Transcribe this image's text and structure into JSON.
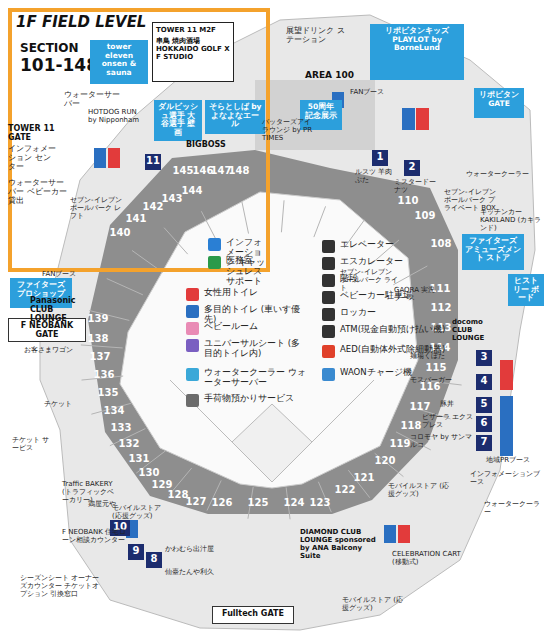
{
  "diagram": {
    "title": "1F FIELD LEVEL",
    "nodes": [
      {
        "text": [
          "SECTION",
          "101-148"
        ]
      },
      {
        "text": [
          "TOWER 11 M2F",
          "串鳥 焼肉酒場 HOKKAIDO GOLF X F STUDIO"
        ],
        "in": 0
      },
      {
        "text": [
          "tower eleven onsen & sauna"
        ],
        "in": 0
      },
      {
        "text": [
          "ダルビッシュ選手 大谷選手 壁画"
        ],
        "in": 0
      },
      {
        "text": [
          "そらとしば by よなよなエール"
        ],
        "in": 0
      },
      {
        "text": [
          "11"
        ],
        "in": 0
      },
      {
        "text": [
          "ファイターズ プロショップ"
        ]
      },
      {
        "text": [
          "リポビタンキッズ PLAYLOT by BorneLund"
        ]
      },
      {
        "text": [
          "リポビタン GATE"
        ]
      },
      {
        "text": [
          "50周年 記念展示"
        ]
      },
      {
        "text": [
          "1"
        ]
      },
      {
        "text": [
          "2"
        ]
      },
      {
        "text": [
          "ファイターズ アミューズメント ストア"
        ]
      },
      {
        "text": [
          "ヒストリー ボード"
        ]
      },
      {
        "text": [
          "3"
        ]
      },
      {
        "text": [
          "4"
        ]
      },
      {
        "text": [
          "5"
        ]
      },
      {
        "text": [
          "6"
        ]
      },
      {
        "text": [
          "7"
        ]
      },
      {
        "text": [
          "10"
        ]
      },
      {
        "text": [
          "9"
        ]
      },
      {
        "text": [
          "8"
        ]
      },
      {
        "text": [
          "F NEOBANK GATE"
        ]
      },
      {
        "text": [
          "Fulltech GATE"
        ]
      }
    ],
    "labels": [
      "108",
      "109",
      "110",
      "111",
      "112",
      "113",
      "114",
      "115",
      "116",
      "117",
      "118",
      "119",
      "120",
      "121",
      "122",
      "123",
      "124",
      "125",
      "126",
      "127",
      "128",
      "129",
      "130",
      "131",
      "132",
      "133",
      "134",
      "135",
      "136",
      "137",
      "138",
      "139",
      "140",
      "141",
      "142",
      "143",
      "144",
      "145",
      "146",
      "147",
      "148",
      "ウォーターサーバー",
      "TOWER 11 GATE",
      "インフォメーション センター",
      "ウォーターサーバー ベビーカー貸出",
      "HOTDOG RUN by Nipponham",
      "BIGBOSS",
      "セブン-イレブン ボールパーク レフト",
      "AREA 100",
      "展望ドリンク ステーション",
      "バッターズアイ ラウンジ by PR TIMES",
      "FANブース",
      "ルスツ 羊肉ぶた",
      "ミスタードーナツ",
      "セブン-イレブン ボールパーク プライベート BOX",
      "ウォータークーラー",
      "キッチンカー KAKILAND (カキランド)",
      "セブン-イレブン ボールパーク ライト",
      "GAORA 実況ブース",
      "docomo CLUB LOUNGE",
      "麺場くぼた",
      "モスバーガー",
      "豚丼",
      "ピザーラ エクスプレス",
      "コロモヤ by サンマルコ",
      "地域PRブース",
      "インフォメーションブース",
      "ウォータークーラー",
      "モバイルストア (応援グッズ)",
      "CELEBRATION CART (移動式)",
      "モバイルストア (応援グッズ)",
      "DIAMOND CLUB LOUNGE sponsored by ANA Balcony Suite",
      "鶏屋元や",
      "かわむら出汁屋",
      "仙臺たんや利久",
      "Traffic BAKERY (トラフィックベーカリー)",
      "モバイルストア (応援グッズ)",
      "Panasonic CLUB LOUNGE",
      "FANブース",
      "お客さまワゴン",
      "チケット",
      "チケット サービス",
      "F NEOBANK 住宅ローン相談カウンター",
      "シーズンシート オーナーズカウンター チケットオプション 引換窓口"
    ],
    "legend": [
      {
        "text": "インフォメーション キャッシュレスサポート"
      },
      {
        "text": "医務室"
      },
      {
        "text": "女性用トイレ"
      },
      {
        "text": "多目的トイレ (車いす優先)"
      },
      {
        "text": "ベビールーム"
      },
      {
        "text": "ユニバーサルシート (多目的トイレ内)"
      },
      {
        "text": "ウォータークーラー ウォーターサーバー"
      },
      {
        "text": "手荷物預かりサービス"
      },
      {
        "text": "エレベーター"
      },
      {
        "text": "エスカレーター"
      },
      {
        "text": "階段"
      },
      {
        "text": "ベビーカー駐車場"
      },
      {
        "text": "ロッカー"
      },
      {
        "text": "ATM(現金自動預け払い機)"
      },
      {
        "text": "AED(自動体外式除細動器)"
      },
      {
        "text": "WAONチャージ機"
      }
    ]
  }
}
